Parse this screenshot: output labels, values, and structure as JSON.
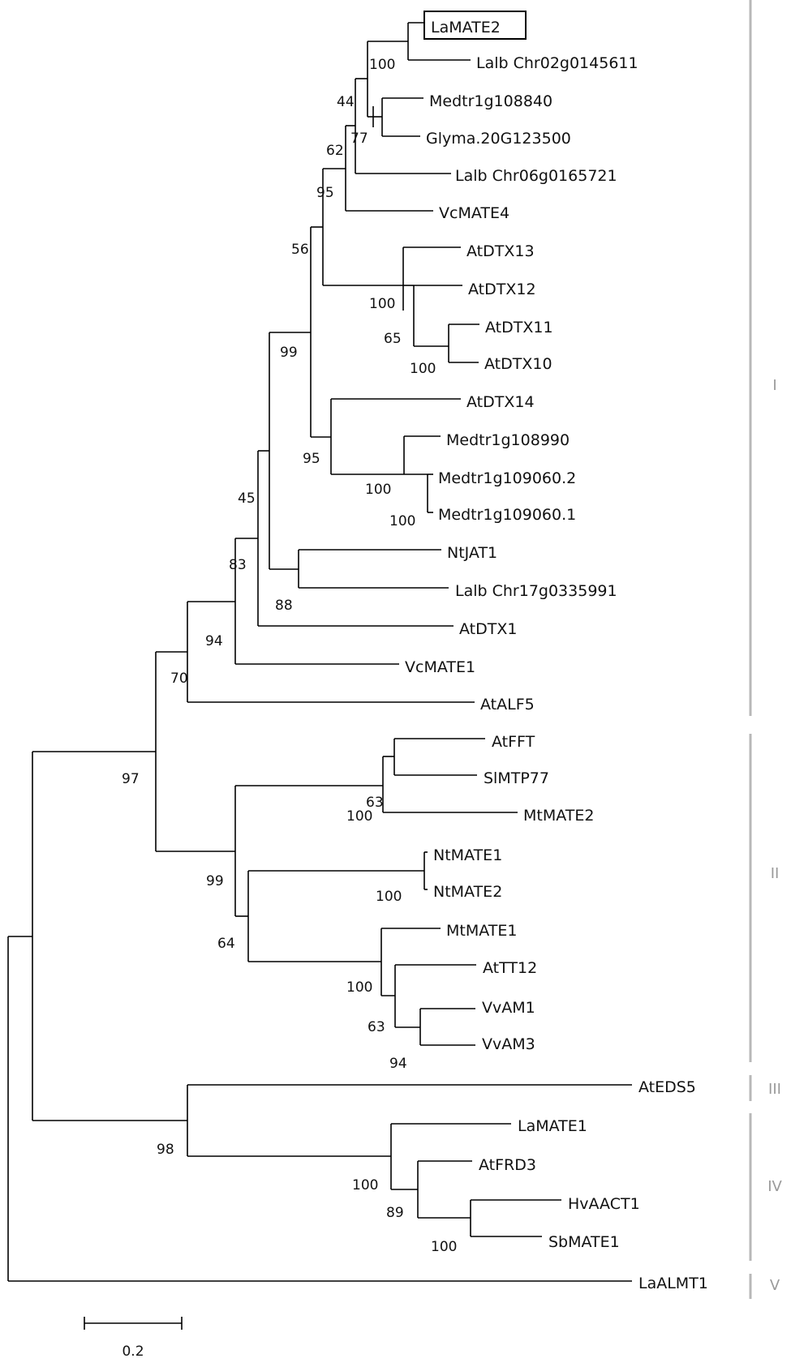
{
  "colors": {
    "branch": "#000000",
    "clade_bar": "#b8b8b8",
    "clade_label": "#9a9a9a",
    "text": "#111111"
  },
  "taxa": [
    {
      "id": "lamate2",
      "label": "LaMATE2",
      "boxed": true
    },
    {
      "id": "lalb-chr02",
      "label": "Lalb Chr02g0145611"
    },
    {
      "id": "medtr-108840",
      "label": "Medtr1g108840"
    },
    {
      "id": "glyma",
      "label": "Glyma.20G123500"
    },
    {
      "id": "lalb-chr06",
      "label": "Lalb Chr06g0165721"
    },
    {
      "id": "vcmate4",
      "label": "VcMATE4"
    },
    {
      "id": "atdtx13",
      "label": "AtDTX13"
    },
    {
      "id": "atdtx12",
      "label": "AtDTX12"
    },
    {
      "id": "atdtx11",
      "label": "AtDTX11"
    },
    {
      "id": "atdtx10",
      "label": "AtDTX10"
    },
    {
      "id": "atdtx14",
      "label": "AtDTX14"
    },
    {
      "id": "medtr-108990",
      "label": "Medtr1g108990"
    },
    {
      "id": "medtr-109060-2",
      "label": "Medtr1g109060.2"
    },
    {
      "id": "medtr-109060-1",
      "label": "Medtr1g109060.1"
    },
    {
      "id": "ntjat1",
      "label": "NtJAT1"
    },
    {
      "id": "lalb-chr17",
      "label": "Lalb Chr17g0335991"
    },
    {
      "id": "atdtx1",
      "label": "AtDTX1"
    },
    {
      "id": "vcmate1",
      "label": "VcMATE1"
    },
    {
      "id": "atalf5",
      "label": "AtALF5"
    },
    {
      "id": "atfft",
      "label": "AtFFT"
    },
    {
      "id": "slmtp77",
      "label": "SlMTP77"
    },
    {
      "id": "mtmate2",
      "label": "MtMATE2"
    },
    {
      "id": "ntmate1",
      "label": "NtMATE1"
    },
    {
      "id": "ntmate2",
      "label": "NtMATE2"
    },
    {
      "id": "mtmate1",
      "label": "MtMATE1"
    },
    {
      "id": "attt12",
      "label": "AtTT12"
    },
    {
      "id": "vvam1",
      "label": "VvAM1"
    },
    {
      "id": "vvam3",
      "label": "VvAM3"
    },
    {
      "id": "ateds5",
      "label": "AtEDS5"
    },
    {
      "id": "lamate1",
      "label": "LaMATE1"
    },
    {
      "id": "atfrd3",
      "label": "AtFRD3"
    },
    {
      "id": "hvaact1",
      "label": "HvAACT1"
    },
    {
      "id": "sbmate1",
      "label": "SbMATE1"
    },
    {
      "id": "laalmt1",
      "label": "LaALMT1"
    }
  ],
  "bootstrap_values": [
    "100",
    "44",
    "77",
    "62",
    "95",
    "56",
    "100",
    "65",
    "100",
    "99",
    "95",
    "100",
    "100",
    "45",
    "83",
    "88",
    "94",
    "70",
    "97",
    "63",
    "100",
    "99",
    "100",
    "64",
    "100",
    "63",
    "94",
    "98",
    "100",
    "89",
    "100"
  ],
  "clades": [
    {
      "label": "I",
      "taxa": [
        "LaMATE2",
        "AtALF5"
      ]
    },
    {
      "label": "II",
      "taxa": [
        "AtFFT",
        "VvAM3"
      ]
    },
    {
      "label": "III",
      "taxa": [
        "AtEDS5"
      ]
    },
    {
      "label": "IV",
      "taxa": [
        "LaMATE1",
        "SbMATE1"
      ]
    },
    {
      "label": "V",
      "taxa": [
        "LaALMT1"
      ]
    }
  ],
  "scale_bar": {
    "label": "0.2",
    "value": 0.2
  }
}
